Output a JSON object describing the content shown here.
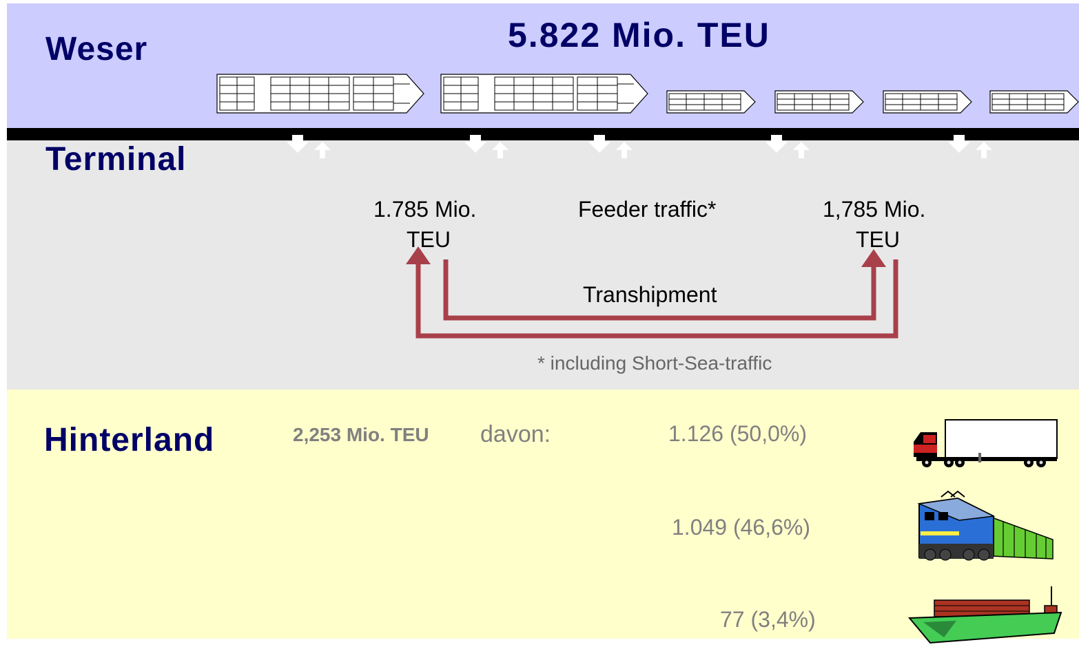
{
  "weser": {
    "title": "Weser",
    "total": "5.822 Mio. TEU"
  },
  "terminal": {
    "title": "Terminal",
    "left_value_line1": "1.785 Mio.",
    "left_value_line2": "TEU",
    "feeder_label": "Feeder traffic*",
    "right_value_line1": "1,785 Mio.",
    "right_value_line2": "TEU",
    "transhipment_label": "Transhipment",
    "footnote": "* including Short-Sea-traffic"
  },
  "hinterland": {
    "title": "Hinterland",
    "total_bold": "2,253 Mio. TEU",
    "total_suffix": "davon:",
    "modes": [
      {
        "icon": "truck-icon",
        "value": "1.126 (50,0%)"
      },
      {
        "icon": "train-icon",
        "value": "1.049 (46,6%)"
      },
      {
        "icon": "barge-icon",
        "value": "77 (3,4%)"
      }
    ]
  },
  "colors": {
    "weser_band": "#ccccff",
    "terminal_band": "#e8e8e8",
    "hinterland_band": "#ffffcc",
    "title": "#000066",
    "transhipment_arrow": "#a8404a"
  }
}
